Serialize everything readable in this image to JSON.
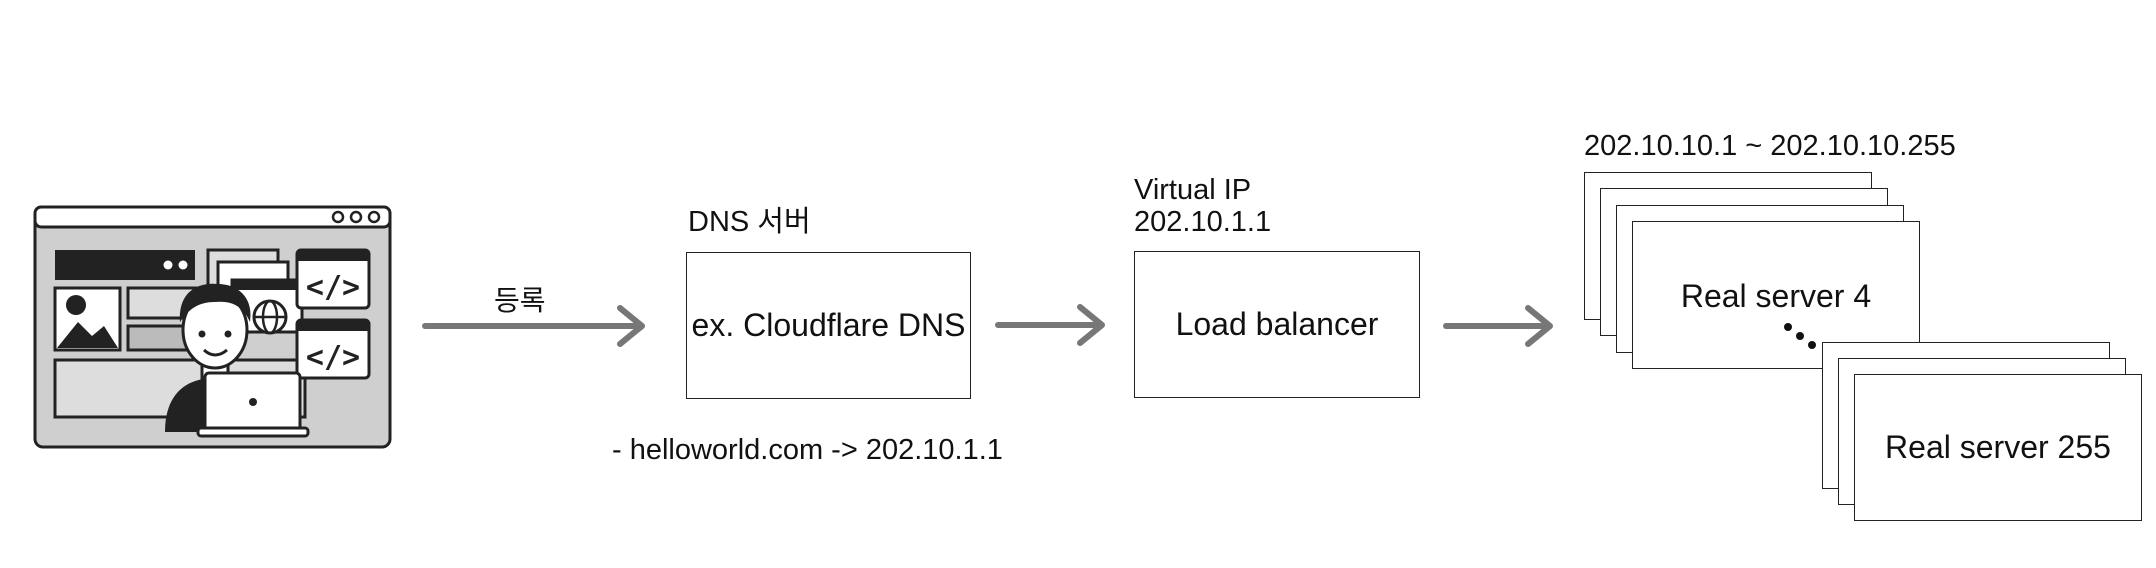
{
  "client": {
    "register_label": "등록"
  },
  "dns": {
    "title": "DNS 서버",
    "box_label": "ex. Cloudflare DNS",
    "record": "- helloworld.com -> 202.10.1.1"
  },
  "load_balancer": {
    "virtual_ip_label": "Virtual IP",
    "virtual_ip": "202.10.1.1",
    "box_label": "Load balancer"
  },
  "servers": {
    "ip_range": "202.10.10.1 ~ 202.10.10.255",
    "front_top_label": "Real server 4",
    "front_bottom_label": "Real server 255"
  },
  "colors": {
    "arrow": "#777777",
    "screen_bg": "#cccccc",
    "dark": "#222222"
  }
}
